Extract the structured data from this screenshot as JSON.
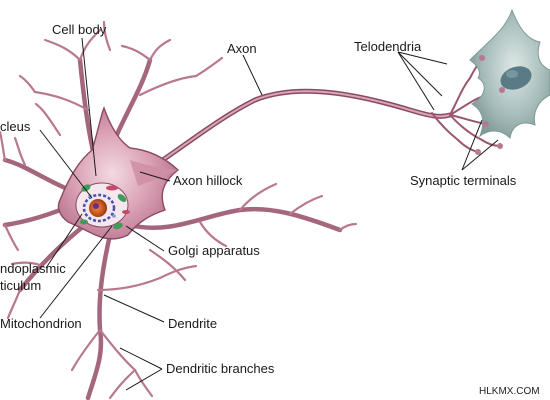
{
  "labels": {
    "cell_body": "Cell body",
    "axon": "Axon",
    "telodendria": "Telodendria",
    "nucleus": "cleus",
    "axon_hillock": "Axon hillock",
    "synaptic_terminals": "Synaptic terminals",
    "golgi_apparatus": "Golgi apparatus",
    "er_line1": "ndoplasmic",
    "er_line2": "ticulum",
    "mitochondrion": "Mitochondrion",
    "dendrite": "Dendrite",
    "dendritic_branches": "Dendritic branches"
  },
  "watermark": "HLKMX.COM",
  "colors": {
    "neuron_outline": "#8a4a63",
    "neuron_fill": "#cf8ea4",
    "neuron_light": "#e8bccb",
    "dendrite_stroke": "#9a5670",
    "target_cell": "#9fb8b7",
    "target_nucleus": "#5a7a85",
    "nucleus_core": "#c0551f",
    "nucleus_ring": "#4b4fa8",
    "organelle_green": "#3f9a5b",
    "leader_line": "#1a1a1a"
  }
}
